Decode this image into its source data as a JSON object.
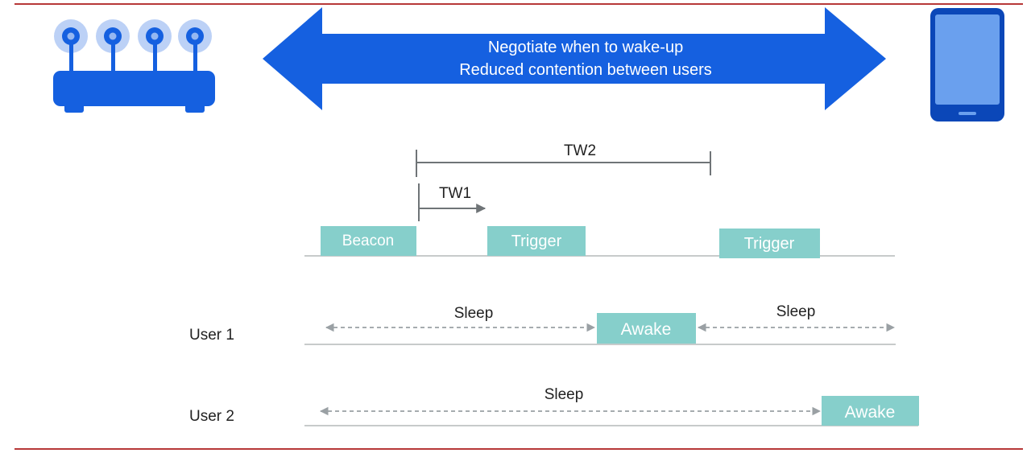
{
  "colors": {
    "rule": "#b73838",
    "accent": "#1560e0",
    "accent_dark": "#0b47b8",
    "accent_glow": "#bcd1f6",
    "box": "#86cfcb",
    "box_text": "#ffffff",
    "line": "#c7cbcb",
    "dashed": "#9aa0a4",
    "dark_line": "#6f7477",
    "text": "#222222"
  },
  "banner": {
    "line1": "Negotiate when to wake-up",
    "line2": "Reduced contention between users"
  },
  "icons": {
    "left": "wifi-router-icon",
    "right": "smartphone-icon"
  },
  "intervals": {
    "tw2": "TW2",
    "tw1": "TW1"
  },
  "ap_timeline": {
    "beacon": "Beacon",
    "trigger_1": "Trigger",
    "trigger_2": "Trigger"
  },
  "user1": {
    "label": "User 1",
    "sleep_1": "Sleep",
    "awake": "Awake",
    "sleep_2": "Sleep"
  },
  "user2": {
    "label": "User 2",
    "sleep": "Sleep",
    "awake": "Awake"
  }
}
